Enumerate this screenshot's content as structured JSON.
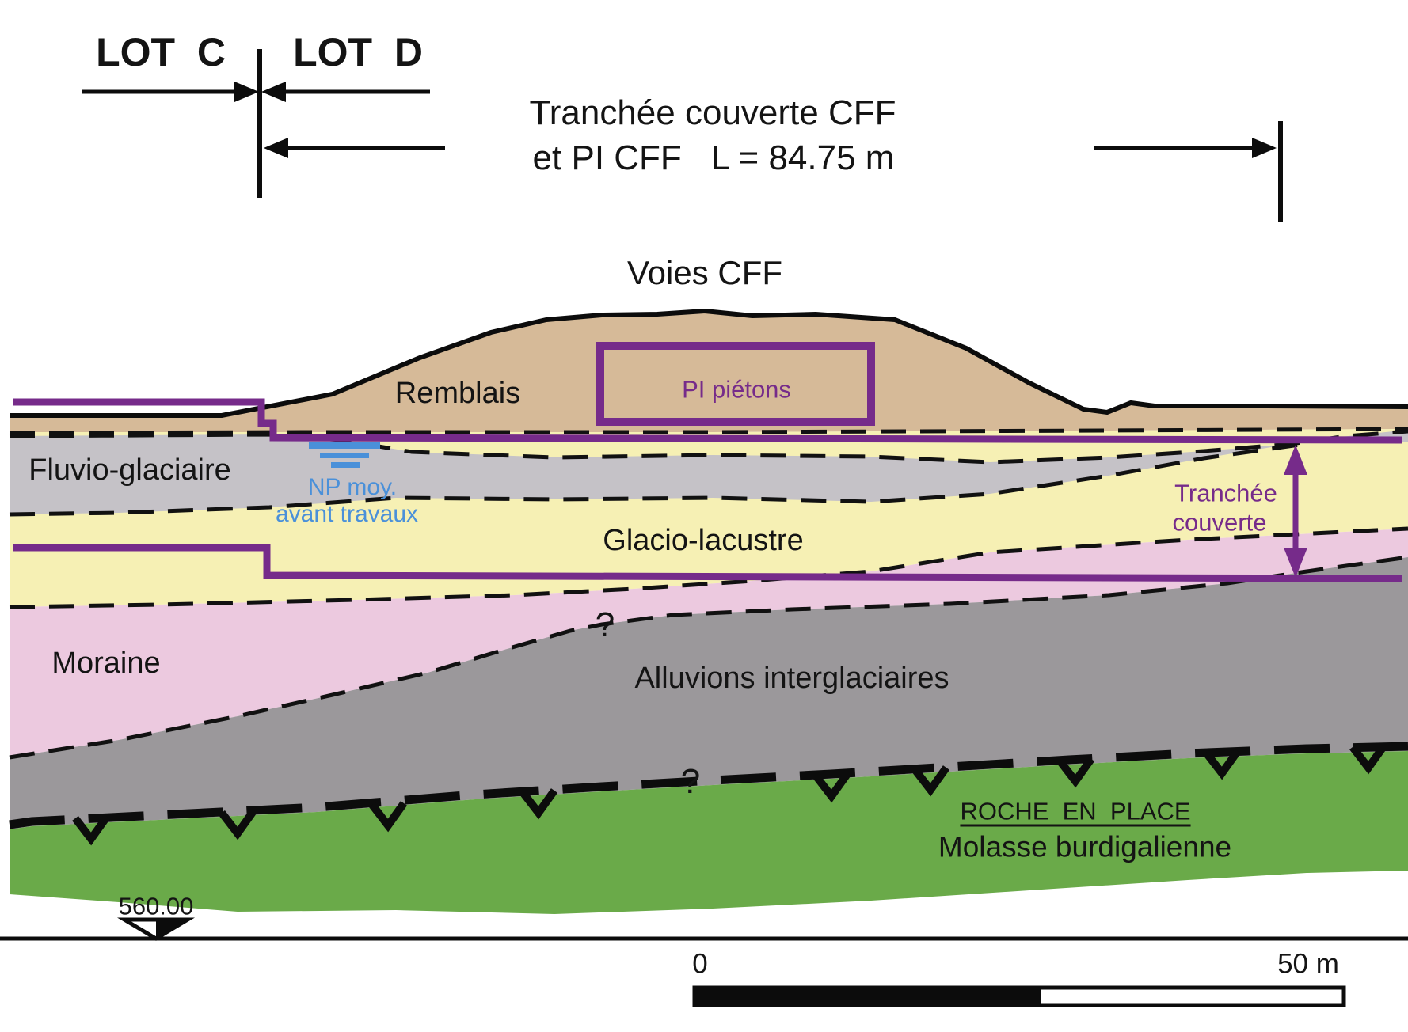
{
  "header": {
    "lot_c": "LOT  C",
    "lot_d": "LOT  D",
    "title_line1": "Tranchée couverte CFF",
    "title_line2": "et PI CFF   L = 84.75 m"
  },
  "section": {
    "tracks_label": "Voies CFF",
    "layers": [
      {
        "id": "remblais",
        "label": "Remblais",
        "color": "#d6ba98"
      },
      {
        "id": "fluvio-glaciaire",
        "label": "Fluvio-glaciaire",
        "color": "#c5c2c7"
      },
      {
        "id": "glacio-lacustre",
        "label": "Glacio-lacustre",
        "color": "#f6f0b4"
      },
      {
        "id": "moraine",
        "label": "Moraine",
        "color": "#ecc9df"
      },
      {
        "id": "alluvions-interglaciaires",
        "label": "Alluvions interglaciaires",
        "color": "#9b989b"
      },
      {
        "id": "molasse-burdigalienne",
        "label": "Molasse burdigalienne",
        "color": "#6aaa49"
      }
    ],
    "bedrock_title": "ROCHE  EN  PLACE",
    "question_mark_upper": "?",
    "question_mark_lower": "?",
    "structures": {
      "pi_pietons_label": "PI piétons",
      "tranchee_label_line1": "Tranchée",
      "tranchee_label_line2": "couverte",
      "outline_color": "#762b8a"
    },
    "groundwater": {
      "label_line1": "NP moy.",
      "label_line2": "avant travaux",
      "color": "#4a90d9"
    }
  },
  "datum": {
    "elevation_label": "560.00"
  },
  "scale_bar": {
    "start_label": "0",
    "end_label": "50 m"
  }
}
